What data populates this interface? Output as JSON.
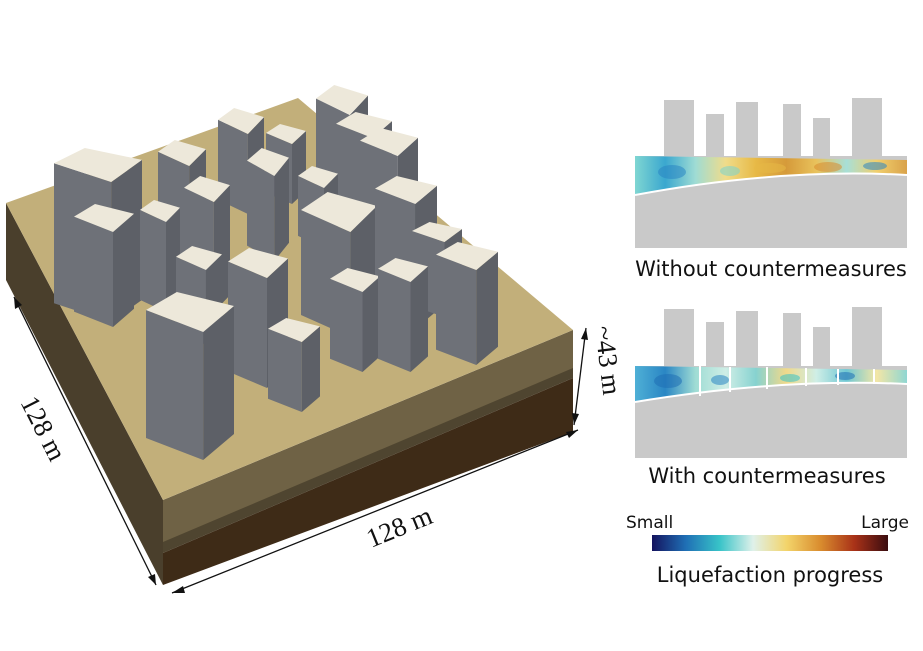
{
  "dimensions": {
    "width_label": "128 m",
    "depth_label": "128 m",
    "height_label": "~43 m"
  },
  "panels": {
    "without_caption": "Without countermeasures",
    "with_caption": "With countermeasures"
  },
  "colorbar": {
    "min_label": "Small",
    "max_label": "Large",
    "title": "Liquefaction progress",
    "colors": [
      "#14135e",
      "#1f6fb5",
      "#38c3c8",
      "#dff1ea",
      "#f3d46a",
      "#d98c2e",
      "#a93218",
      "#3a0c10"
    ]
  },
  "colors": {
    "ground_top": "#c2af7a",
    "soil_upper": "#6f6245",
    "soil_lower": "#3e2b17",
    "building_roof": "#ede8da",
    "building_side": "#6e7178",
    "section_gray": "#c9c9c9"
  }
}
